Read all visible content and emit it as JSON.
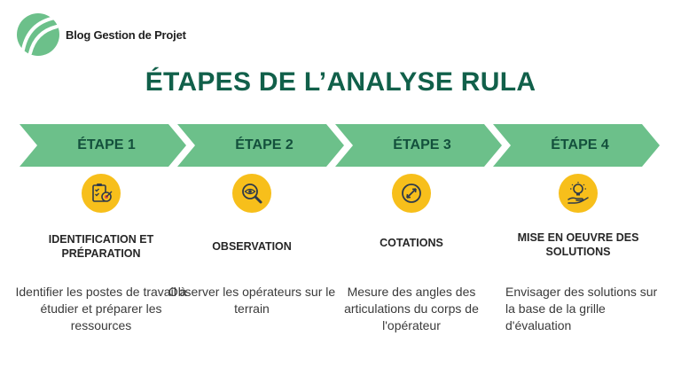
{
  "brand": {
    "name": "Blog Gestion de Projet",
    "logo_icon": "leaf-logo-icon"
  },
  "title": "ÉTAPES DE L’ANALYSE RULA",
  "colors": {
    "chevron": "#6cc08a",
    "title": "#11604a",
    "icon_bg": "#f7bf1b",
    "icon_line": "#2f3a4a"
  },
  "steps": [
    {
      "label": "ÉTAPE 1",
      "icon": "checklist-target-icon",
      "title": "IDENTIFICATION ET PRÉPARATION",
      "description": "Identifier les postes de travail à étudier et préparer les ressources"
    },
    {
      "label": "ÉTAPE 2",
      "icon": "eye-magnifier-icon",
      "title": "OBSERVATION",
      "description": "Observer les opérateurs sur le terrain"
    },
    {
      "label": "ÉTAPE 3",
      "icon": "angle-gauge-icon",
      "title": "COTATIONS",
      "description": "Mesure des angles des articulations du corps de l'opérateur"
    },
    {
      "label": "ÉTAPE 4",
      "icon": "lightbulb-hand-icon",
      "title": "MISE EN OEUVRE DES SOLUTIONS",
      "description": "Envisager des solutions sur la base de la grille d'évaluation"
    }
  ]
}
